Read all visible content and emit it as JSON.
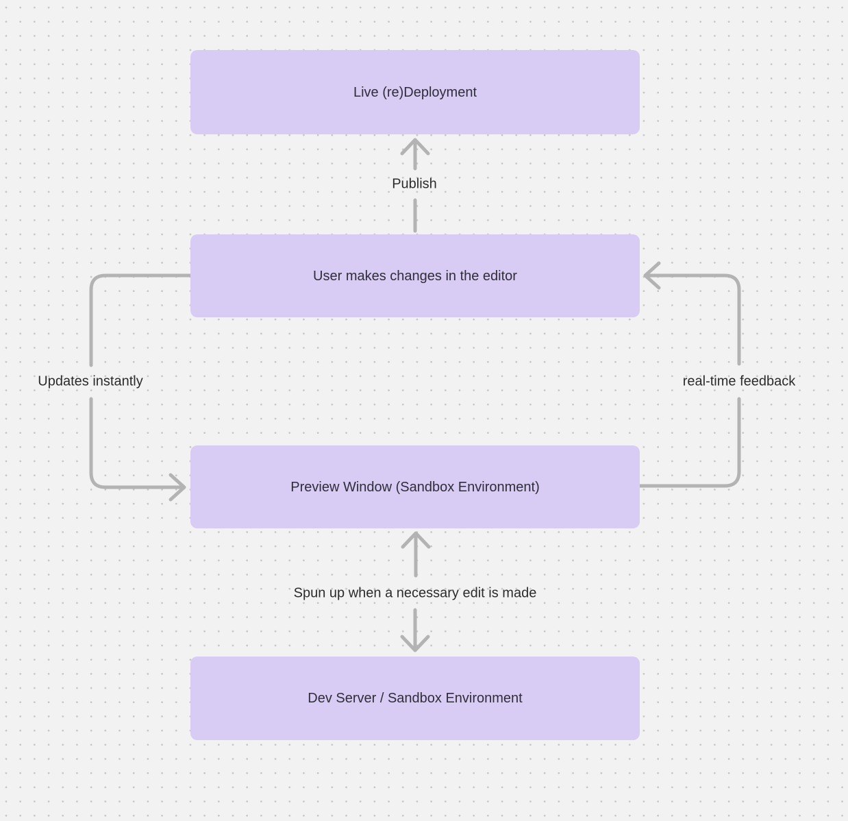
{
  "canvas": {
    "background_color": "#f2f2f2",
    "dot_color": "#c6c6c6"
  },
  "colors": {
    "node_fill": "#d8ccf4",
    "node_text": "#2f2d38",
    "arrow": "#b3b3b3",
    "label_text": "#2b2b2b"
  },
  "nodes": {
    "live": {
      "label": "Live (re)Deployment"
    },
    "editor": {
      "label": "User makes changes in the editor"
    },
    "preview": {
      "label": "Preview Window (Sandbox Environment)"
    },
    "dev": {
      "label": "Dev Server / Sandbox Environment"
    }
  },
  "edges": {
    "publish": {
      "label": "Publish",
      "from": "editor",
      "to": "live"
    },
    "updates": {
      "label": "Updates instantly",
      "from": "editor",
      "to": "preview"
    },
    "feedback": {
      "label": "real-time feedback",
      "from": "preview",
      "to": "editor"
    },
    "spunup": {
      "label": "Spun up when a necessary edit is made",
      "from": "preview",
      "to": "dev",
      "bidirectional": true
    }
  }
}
